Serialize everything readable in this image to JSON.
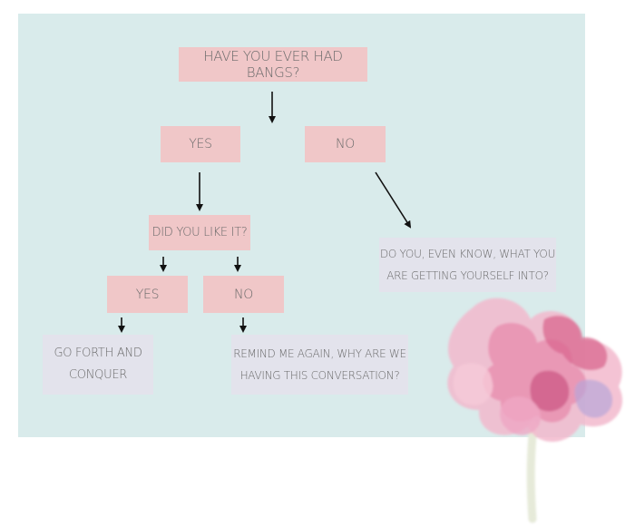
{
  "diagram": {
    "question": "HAVE YOU EVER HAD BANGS?",
    "yes": "YES",
    "no": "NO",
    "like_question": "DID YOU LIKE IT?",
    "like_yes": "YES",
    "like_no": "NO",
    "outcome_conquer_line1": "GO FORTH AND",
    "outcome_conquer_line2": "CONQUER",
    "outcome_remind_line1": "REMIND ME AGAIN, WHY ARE WE",
    "outcome_remind_line2": "HAVING THIS CONVERSATION?",
    "outcome_know_line1": "DO YOU, EVEN KNOW, WHAT YOU",
    "outcome_know_line2": "ARE GETTING YOURSELF INTO?"
  },
  "colors": {
    "background": "#d9ebeb",
    "question_box": "#f0c7c8",
    "outcome_box": "#e3e3ec",
    "text": "#6a6a6a",
    "arrow": "#111111"
  }
}
